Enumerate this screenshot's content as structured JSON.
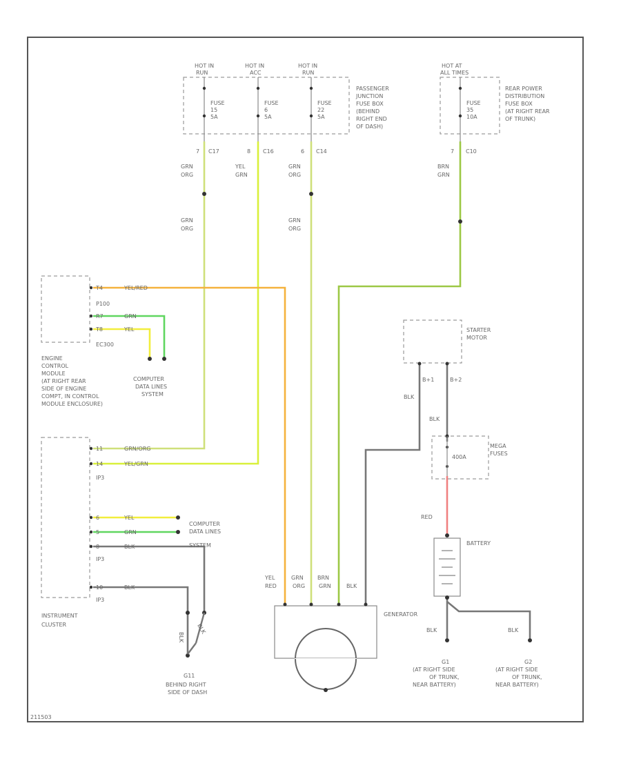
{
  "diagram_id": "211503",
  "fuse_box_passenger": {
    "hot_labels": [
      "HOT IN",
      "HOT IN",
      "HOT IN"
    ],
    "hot_sub": [
      "RUN",
      "ACC",
      "RUN"
    ],
    "fuses": [
      {
        "name": "FUSE",
        "num": "15",
        "amp": "5A"
      },
      {
        "name": "FUSE",
        "num": "6",
        "amp": "5A"
      },
      {
        "name": "FUSE",
        "num": "22",
        "amp": "5A"
      }
    ],
    "title_lines": [
      "PASSENGER",
      "JUNCTION",
      "FUSE BOX",
      "(BEHIND",
      "RIGHT END",
      "OF DASH)"
    ],
    "pins": [
      {
        "pin": "7",
        "conn": "C17"
      },
      {
        "pin": "8",
        "conn": "C16"
      },
      {
        "pin": "6",
        "conn": "C14"
      }
    ]
  },
  "fuse_box_rear": {
    "hot_label": "HOT AT",
    "hot_sub": "ALL TIMES",
    "fuse": {
      "name": "FUSE",
      "num": "35",
      "amp": "10A"
    },
    "title_lines": [
      "REAR POWER",
      "DISTRIBUTION",
      "FUSE BOX",
      "(AT RIGHT REAR",
      "OF TRUNK)"
    ],
    "pin": {
      "pin": "7",
      "conn": "C10"
    }
  },
  "wire_labels": {
    "w1_top": [
      "GRN",
      "ORG"
    ],
    "w2_top": [
      "YEL",
      "GRN"
    ],
    "w3_top": [
      "GRN",
      "ORG"
    ],
    "w4_top": [
      "BRN",
      "GRN"
    ],
    "w1_mid": [
      "GRN",
      "ORG"
    ],
    "w3_mid": [
      "GRN",
      "ORG"
    ]
  },
  "ecm": {
    "pins": [
      {
        "pin": "T4",
        "color": "YEL/RED"
      },
      {
        "pin": "R7",
        "color": "GRN"
      },
      {
        "pin": "T8",
        "color": "YEL"
      }
    ],
    "conn1": "P100",
    "conn2": "EC300",
    "title_lines": [
      "ENGINE",
      "CONTROL",
      "MODULE",
      "(AT RIGHT REAR",
      "SIDE OF ENGINE",
      "COMPT, IN CONTROL",
      "MODULE ENCLOSURE)"
    ],
    "data_lines": [
      "COMPUTER",
      "DATA LINES",
      "SYSTEM"
    ]
  },
  "cluster": {
    "pins_top": [
      {
        "pin": "11",
        "color": "GRN/ORG"
      },
      {
        "pin": "14",
        "color": "YEL/GRN"
      }
    ],
    "conn_top": "IP3",
    "pins_mid": [
      {
        "pin": "6",
        "color": "YEL"
      },
      {
        "pin": "5",
        "color": "GRN"
      },
      {
        "pin": "8",
        "color": "BLK"
      }
    ],
    "conn_mid": "IP3",
    "pin_bot": {
      "pin": "10",
      "color": "BLK"
    },
    "conn_bot": "IP3",
    "title_lines": [
      "INSTRUMENT",
      "CLUSTER"
    ],
    "data_lines": [
      "COMPUTER",
      "DATA LINES",
      "SYSTEM"
    ]
  },
  "ground_g": {
    "wire_labels": [
      "BLK",
      "BLK"
    ],
    "name": "G11",
    "location_lines": [
      "BEHIND RIGHT",
      "SIDE OF DASH"
    ]
  },
  "starter": {
    "title_lines": [
      "STARTER",
      "MOTOR"
    ],
    "pins": [
      "B+1",
      "B+2"
    ],
    "wire1": "BLK",
    "wire2": "BLK"
  },
  "mega_fuses": {
    "title_lines": [
      "MEGA",
      "FUSES"
    ],
    "amp": "400A"
  },
  "battery": {
    "label": "BATTERY",
    "wire_top": "RED"
  },
  "generator": {
    "label": "GENERATOR",
    "wire_labels": [
      [
        "YEL",
        "RED"
      ],
      [
        "GRN",
        "ORG"
      ],
      [
        "BRN",
        "GRN"
      ],
      [
        "BLK"
      ]
    ]
  },
  "grounds_right": [
    {
      "wire": "BLK",
      "name": "G1",
      "location_lines": [
        "(AT RIGHT SIDE",
        "OF TRUNK,",
        "NEAR BATTERY)"
      ]
    },
    {
      "wire": "BLK",
      "name": "G2",
      "location_lines": [
        "(AT RIGHT SIDE",
        "OF TRUNK,",
        "NEAR BATTERY)"
      ]
    }
  ],
  "colors": {
    "grn_org": "#cfe07a",
    "yel_grn": "#d9f03a",
    "yel_red": "#f5b23c",
    "brn_grn": "#9cc845",
    "grn": "#5fd65f",
    "yel": "#f2ee3c",
    "red": "#f08080",
    "blk": "#777777"
  }
}
